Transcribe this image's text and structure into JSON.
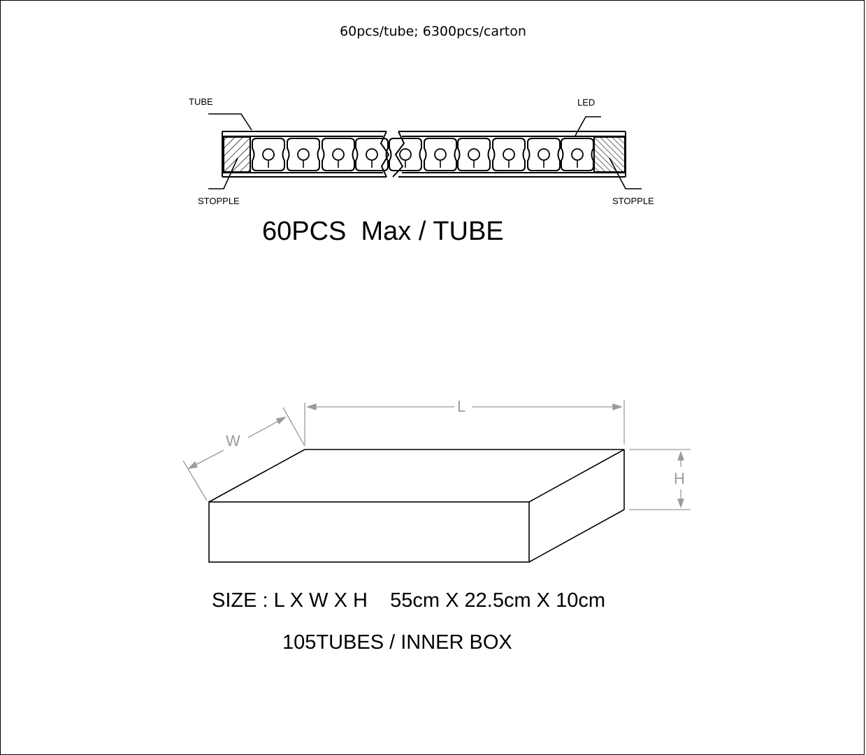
{
  "header": {
    "caption": "60pcs/tube; 6300pcs/carton"
  },
  "tube_diagram": {
    "label_tube": "TUBE",
    "label_led": "LED",
    "label_stopple_left": "STOPPLE",
    "label_stopple_right": "STOPPLE",
    "capacity": "60PCS  Max / TUBE"
  },
  "box_diagram": {
    "dim_length": "L",
    "dim_width": "W",
    "dim_height": "H",
    "size_line": "SIZE : L X W X H    55cm X 22.5cm X 10cm",
    "tubes_per_box": "105TUBES / INNER BOX"
  },
  "colors": {
    "line": "#000000",
    "dimension": "#9a9a9a"
  }
}
